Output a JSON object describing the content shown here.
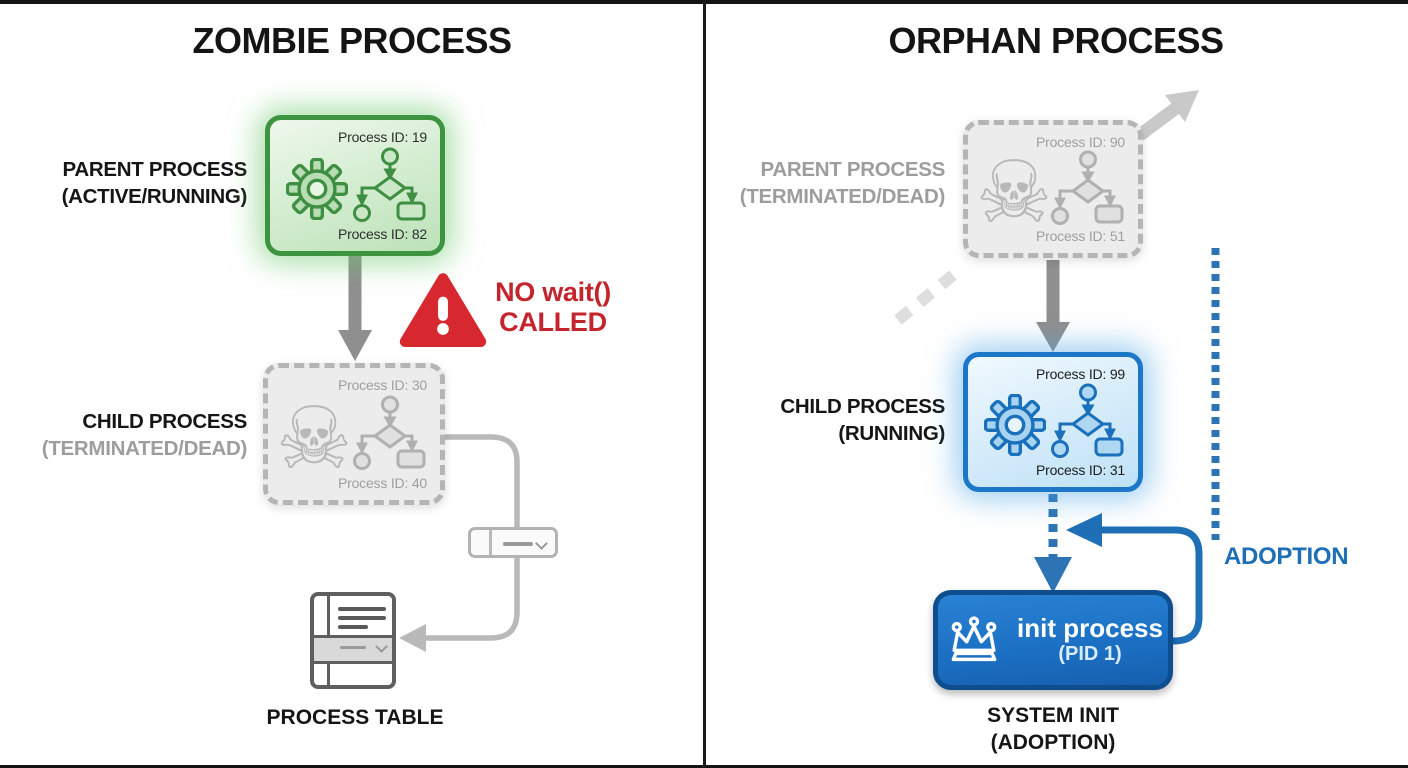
{
  "left_panel": {
    "title": "ZOMBIE PROCESS",
    "parent_label_line1": "PARENT PROCESS",
    "parent_label_line2": "(ACTIVE/RUNNING)",
    "parent_box": {
      "pid_top": "Process ID: 19",
      "pid_bottom": "Process ID: 82"
    },
    "warning_line1": "NO wait()",
    "warning_line2": "CALLED",
    "child_label_line1": "CHILD PROCESS",
    "child_label_line2": "(TERMINATED/DEAD)",
    "child_box": {
      "pid_top": "Process ID: 30",
      "pid_bottom": "Process ID: 40"
    },
    "table_label": "PROCESS TABLE"
  },
  "right_panel": {
    "title": "ORPHAN PROCESS",
    "parent_label_line1": "PARENT PROCESS",
    "parent_label_line2": "(TERMINATED/DEAD)",
    "parent_box": {
      "pid_top": "Process ID: 90",
      "pid_bottom": "Process ID: 51"
    },
    "child_label_line1": "CHILD PROCESS",
    "child_label_line2": "(RUNNING)",
    "child_box": {
      "pid_top": "Process ID: 99",
      "pid_bottom": "Process ID: 31"
    },
    "init_box_line1": "init process",
    "init_box_line2": "(PID 1)",
    "init_caption_line1": "SYSTEM INIT",
    "init_caption_line2": "(ADOPTION)",
    "adoption_label": "ADOPTION"
  },
  "icons": {
    "skull_glyph": "☠"
  },
  "colors": {
    "active_green": "#3c9440",
    "running_blue": "#1c77c8",
    "init_blue": "#1b6fc2",
    "warning_red": "#c4242c",
    "dead_gray": "#b5b5b5",
    "arrow_gray": "#8f8f8f",
    "adoption_blue": "#1e6fb5"
  }
}
